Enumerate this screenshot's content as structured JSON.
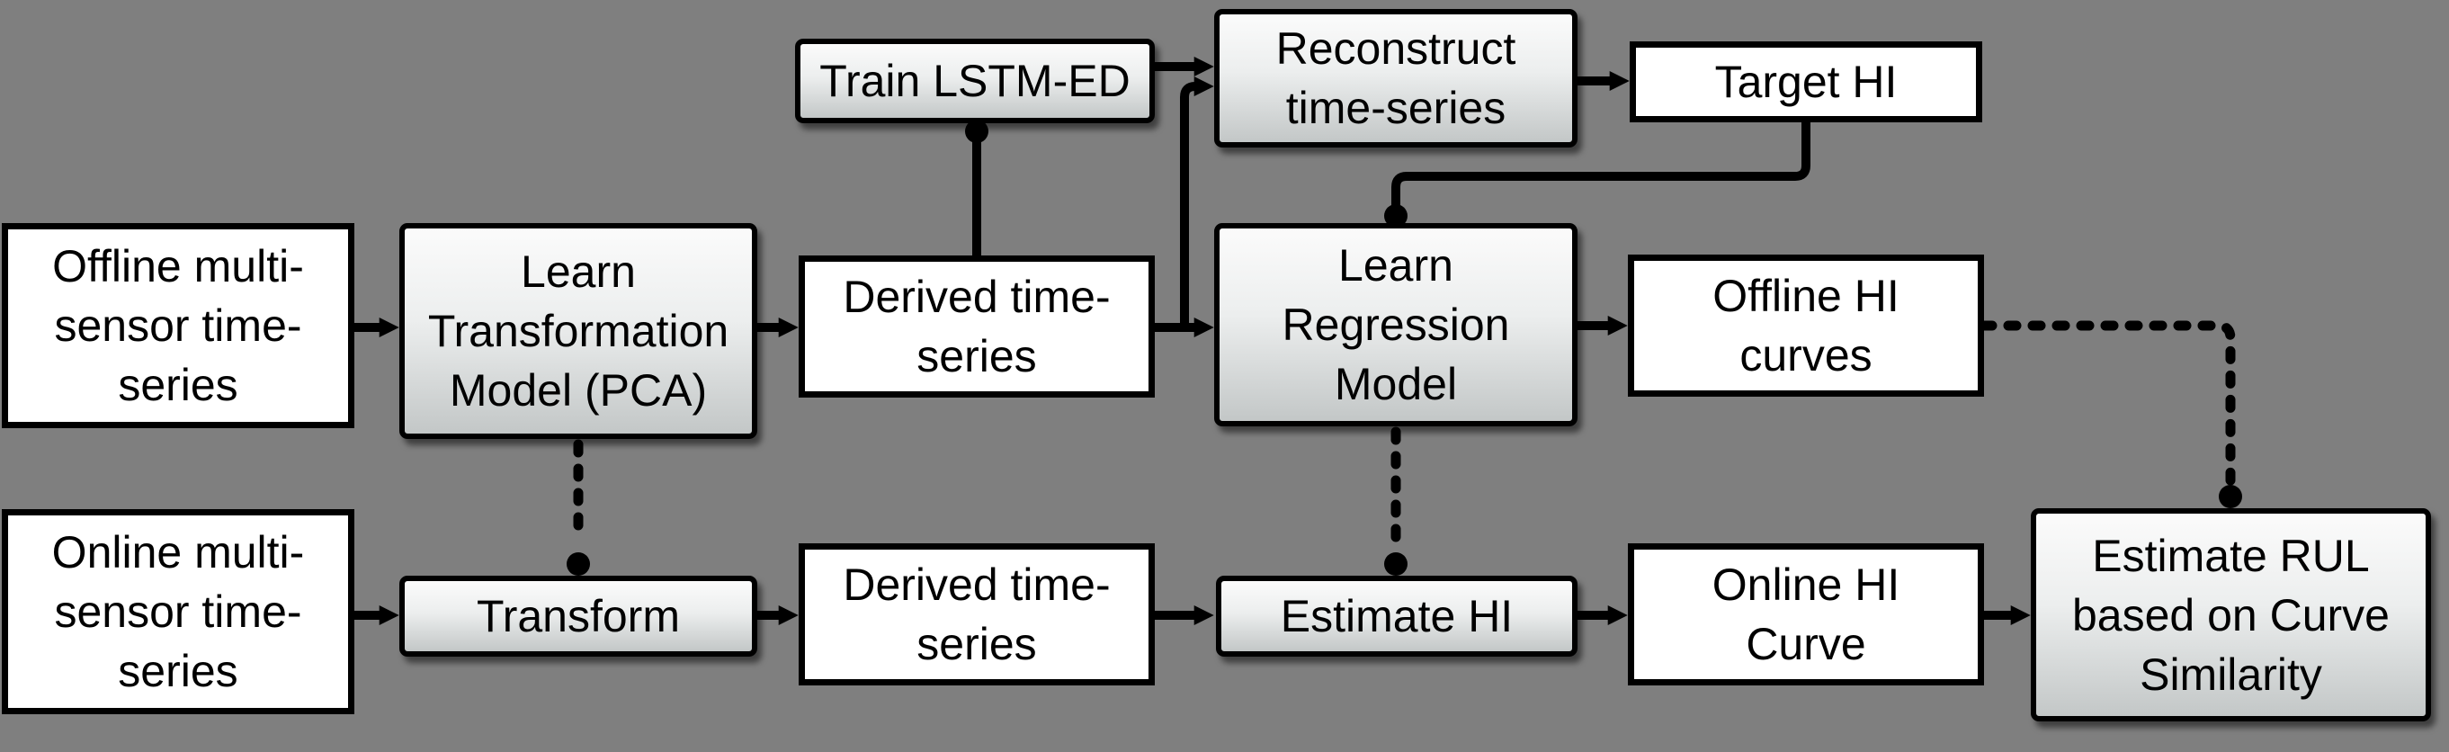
{
  "colors": {
    "background": "#7f7f7f",
    "connector": "#000000",
    "text": "#000000",
    "box_border": "#000000",
    "box_fill_plain": "#ffffff",
    "box_gradient_top": "#fbfbfb",
    "box_gradient_bottom": "#c3c7c7"
  },
  "nodes": [
    {
      "id": "offline-input",
      "label": "Offline multi-\nsensor time-\nseries",
      "variant": "plain"
    },
    {
      "id": "learn-transform",
      "label": "Learn\nTransformation\nModel (PCA)",
      "variant": "gradient"
    },
    {
      "id": "derived-top",
      "label": "Derived time-\nseries",
      "variant": "plain"
    },
    {
      "id": "train-lstm",
      "label": "Train LSTM-ED",
      "variant": "gradient"
    },
    {
      "id": "reconstruct",
      "label": "Reconstruct\ntime-series",
      "variant": "gradient"
    },
    {
      "id": "target-hi",
      "label": "Target HI",
      "variant": "plain"
    },
    {
      "id": "learn-regression",
      "label": "Learn\nRegression\nModel",
      "variant": "gradient"
    },
    {
      "id": "offline-hi",
      "label": "Offline HI\ncurves",
      "variant": "plain"
    },
    {
      "id": "online-input",
      "label": "Online multi-\nsensor time-\nseries",
      "variant": "plain"
    },
    {
      "id": "transform",
      "label": "Transform",
      "variant": "gradient"
    },
    {
      "id": "derived-bottom",
      "label": "Derived time-\nseries",
      "variant": "plain"
    },
    {
      "id": "estimate-hi",
      "label": "Estimate HI",
      "variant": "gradient"
    },
    {
      "id": "online-hi",
      "label": "Online HI\nCurve",
      "variant": "plain"
    },
    {
      "id": "estimate-rul",
      "label": "Estimate RUL\nbased on Curve\nSimilarity",
      "variant": "gradient"
    }
  ],
  "connectors": [
    {
      "from": "offline-input",
      "to": "learn-transform",
      "style": "solid-arrow"
    },
    {
      "from": "learn-transform",
      "to": "derived-top",
      "style": "solid-arrow"
    },
    {
      "from": "derived-top",
      "to": "learn-regression",
      "style": "solid-arrow"
    },
    {
      "from": "derived-top",
      "to": "reconstruct",
      "style": "solid-arrow"
    },
    {
      "from": "derived-top",
      "to": "train-lstm",
      "style": "solid-dot-end"
    },
    {
      "from": "train-lstm",
      "to": "reconstruct",
      "style": "solid-arrow"
    },
    {
      "from": "reconstruct",
      "to": "target-hi",
      "style": "solid-arrow"
    },
    {
      "from": "target-hi",
      "to": "learn-regression",
      "style": "solid-dot-end"
    },
    {
      "from": "learn-regression",
      "to": "offline-hi",
      "style": "solid-arrow"
    },
    {
      "from": "learn-transform",
      "to": "transform",
      "style": "dashed-dot-end"
    },
    {
      "from": "learn-regression",
      "to": "estimate-hi",
      "style": "dashed-dot-end"
    },
    {
      "from": "offline-hi",
      "to": "estimate-rul",
      "style": "dashed-dot-end"
    },
    {
      "from": "online-input",
      "to": "transform",
      "style": "solid-arrow"
    },
    {
      "from": "transform",
      "to": "derived-bottom",
      "style": "solid-arrow"
    },
    {
      "from": "derived-bottom",
      "to": "estimate-hi",
      "style": "solid-arrow"
    },
    {
      "from": "estimate-hi",
      "to": "online-hi",
      "style": "solid-arrow"
    },
    {
      "from": "online-hi",
      "to": "estimate-rul",
      "style": "solid-arrow"
    }
  ]
}
